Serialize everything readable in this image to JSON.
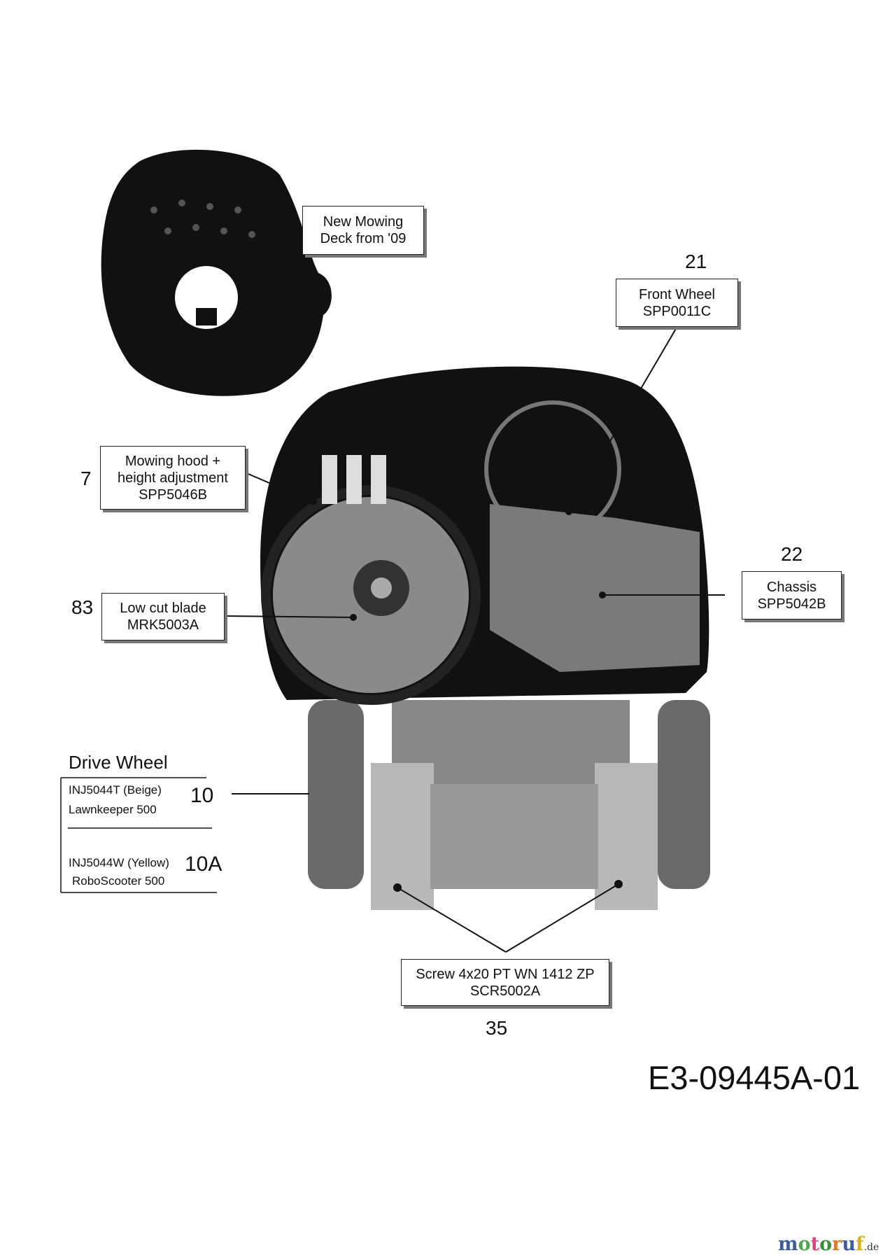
{
  "callouts": {
    "deck": {
      "line1": "New Mowing",
      "line2": "Deck from '09"
    },
    "front_wheel": {
      "number": "21",
      "line1": "Front Wheel",
      "line2": "SPP0011C"
    },
    "hood": {
      "number": "7",
      "line1": "Mowing hood +",
      "line2": "height adjustment",
      "line3": "SPP5046B"
    },
    "chassis": {
      "number": "22",
      "line1": "Chassis",
      "line2": "SPP5042B"
    },
    "blade": {
      "number": "83",
      "line1": "Low cut blade",
      "line2": "MRK5003A"
    },
    "screw": {
      "number": "35",
      "line1": "Screw 4x20 PT WN 1412 ZP",
      "line2": "SCR5002A"
    }
  },
  "drive_wheel": {
    "title": "Drive Wheel",
    "options": [
      {
        "part": "INJ5044T  (Beige)",
        "model": "Lawnkeeper 500",
        "number": "10"
      },
      {
        "part": "INJ5044W (Yellow)",
        "model": "RoboScooter 500",
        "number": "10A"
      }
    ]
  },
  "diagram_code": "E3-09445A-01",
  "watermark": {
    "text": "motoruf",
    "suffix": ".de",
    "colors": [
      "#3b5ba5",
      "#4aa84a",
      "#e0457b",
      "#3b8f3b",
      "#e07a1e",
      "#d9b21a"
    ]
  }
}
